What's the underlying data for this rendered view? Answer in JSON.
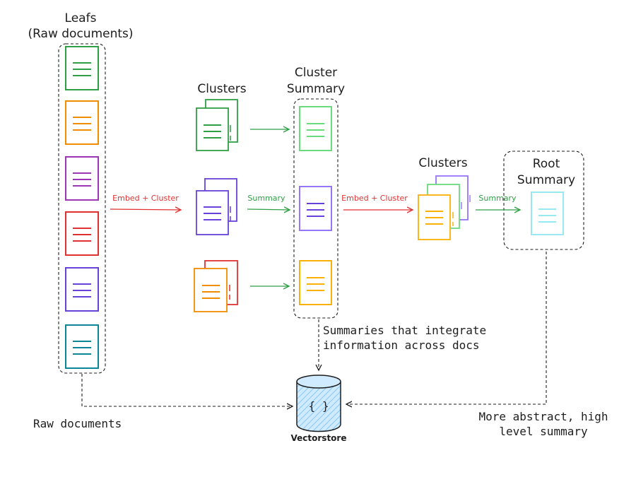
{
  "labels": {
    "leafs_line1": "Leafs",
    "leafs_line2": "(Raw documents)",
    "clusters_1": "Clusters",
    "cluster_summary_line1": "Cluster",
    "cluster_summary_line2": "Summary",
    "clusters_2": "Clusters",
    "root_summary_line1": "Root",
    "root_summary_line2": "Summary",
    "embed_cluster_1": "Embed + Cluster",
    "summary_1": "Summary",
    "embed_cluster_2": "Embed + Cluster",
    "summary_2": "Summary",
    "note_summaries_line1": "Summaries that integrate",
    "note_summaries_line2": "information across docs",
    "raw_documents": "Raw documents",
    "abstract_line1": "More abstract, high",
    "abstract_line2": "level summary",
    "vectorstore": "Vectorstore",
    "vectorstore_glyph": "{ }"
  },
  "colors": {
    "green": "#2f9e44",
    "light_green": "#69db7c",
    "orange": "#f08c00",
    "yellow": "#fab005",
    "purple": "#6741d9",
    "light_purple": "#9775fa",
    "red": "#e03131",
    "teal": "#0c8599",
    "cyan": "#99e9f2",
    "vector_fill": "#a5d8ff",
    "ink": "#1e1e1e",
    "arrow_red": "#e03131",
    "arrow_green": "#2f9e44"
  },
  "icons": [
    "document-icon",
    "document-stack-icon",
    "database-icon"
  ]
}
